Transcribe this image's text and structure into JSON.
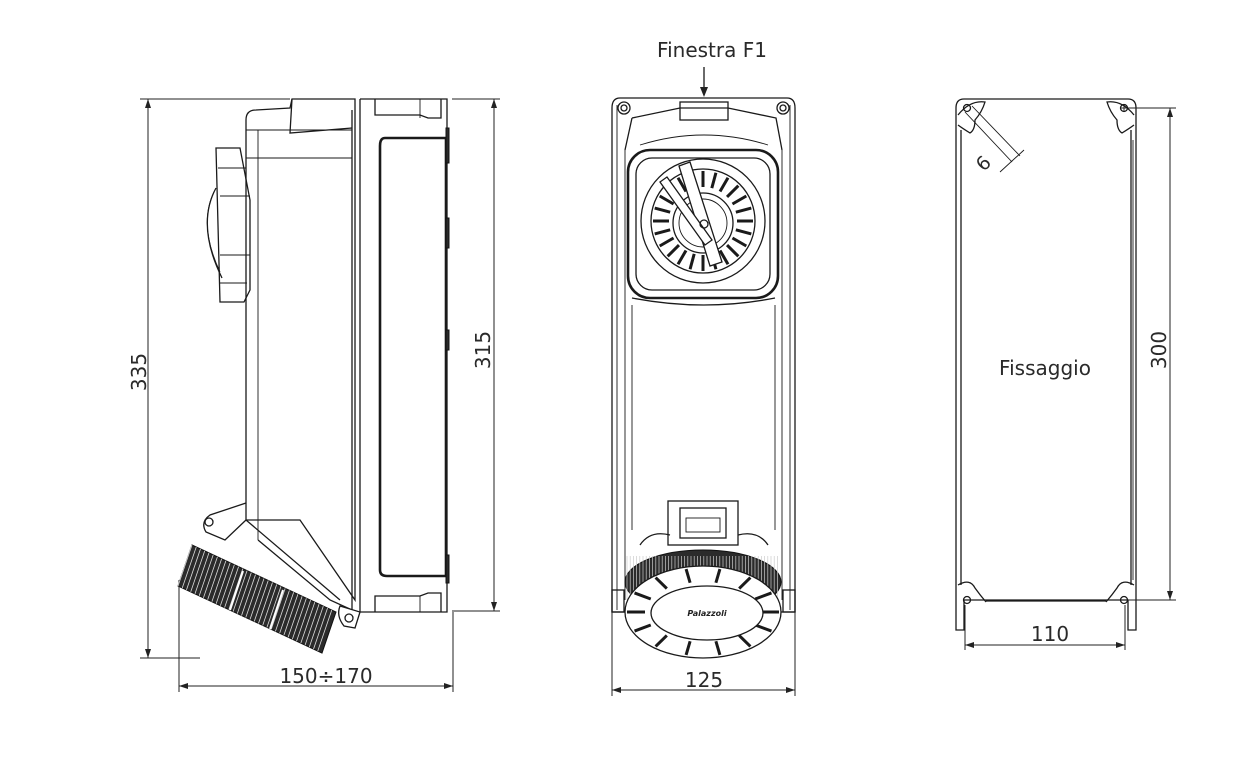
{
  "drawing": {
    "title": "Technical drawing of wall-mounted interlocked socket enclosure",
    "views": {
      "side": {
        "height_total": "335",
        "height_body": "315",
        "depth": "150÷170"
      },
      "front": {
        "window_label": "Finestra F1",
        "width": "125",
        "brand_logo": "Palazzoli"
      },
      "mounting": {
        "label": "Fissaggio",
        "hole_spacing_vertical": "300",
        "hole_spacing_horizontal": "110",
        "hole_diameter": "6"
      }
    },
    "colors": {
      "line": "#1a1a1a",
      "text": "#2a2a2a",
      "background": "#ffffff"
    }
  }
}
